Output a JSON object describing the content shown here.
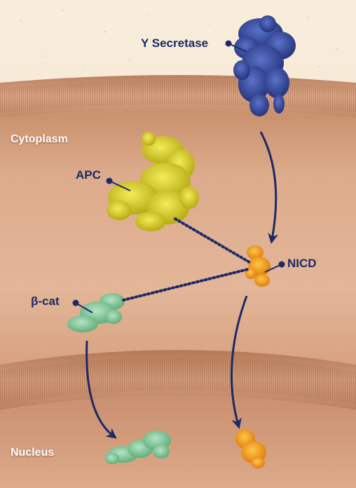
{
  "regions": {
    "cytoplasm": "Cytoplasm",
    "nucleus": "Nucleus"
  },
  "molecules": {
    "secretase": "Y Secretase",
    "apc": "APC",
    "nicd": "NICD",
    "beta_cat": "β-cat"
  },
  "colors": {
    "secretase": "#34489c",
    "apc": "#d8cf2a",
    "nicd": "#f2a11c",
    "beta_cat": "#8fcfa4",
    "arrow": "#1c2a66",
    "membrane": "#c98e6a",
    "cytoplasm": "#d8a584"
  }
}
